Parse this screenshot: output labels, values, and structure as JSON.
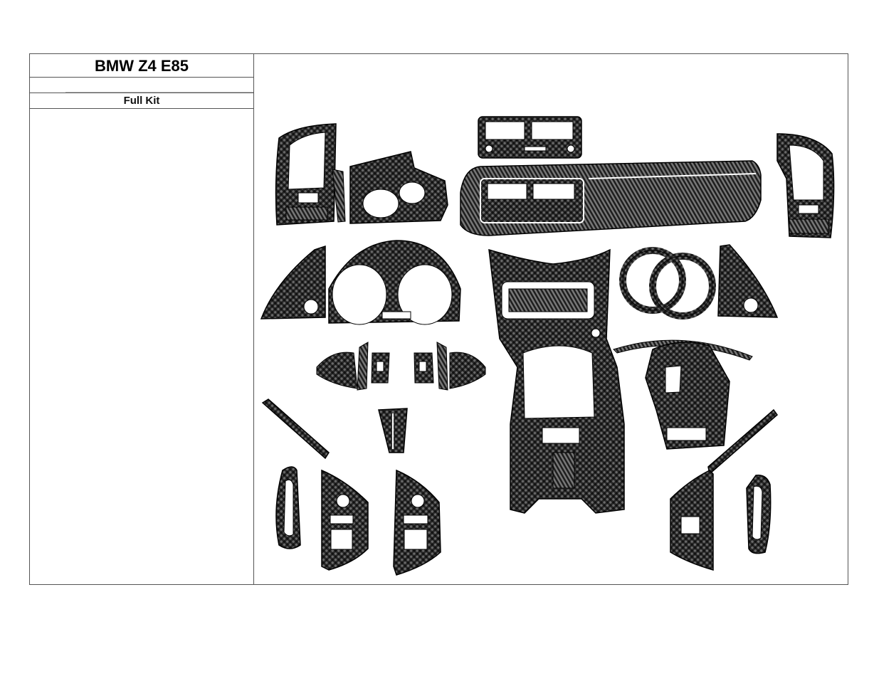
{
  "header": {
    "title": "BMW Z4 E85",
    "blank_row": "",
    "kit_name": "Full Kit"
  },
  "colors": {
    "carbon_dark": "#1a1a1a",
    "carbon_mid": "#3a3a3a",
    "carbon_light": "#8a8a8a",
    "outline": "#000000",
    "paper": "#ffffff"
  },
  "drawing": {
    "parts": [
      "left-vent-frame",
      "left-dash-corner-panel",
      "center-vent-top",
      "dashboard-strip",
      "right-vent-frame",
      "left-a-pillar-triangle",
      "instrument-cluster-surround",
      "center-console-tunnel",
      "gauge-rings",
      "right-a-pillar-triangle",
      "steering-wheel-spokes",
      "steering-wheel-lower-spoke",
      "shifter-surround",
      "left-door-strip",
      "right-door-strip",
      "left-door-handle",
      "left-window-switch-panel-1",
      "left-window-switch-panel-2",
      "right-window-switch-panel",
      "right-door-handle"
    ]
  }
}
